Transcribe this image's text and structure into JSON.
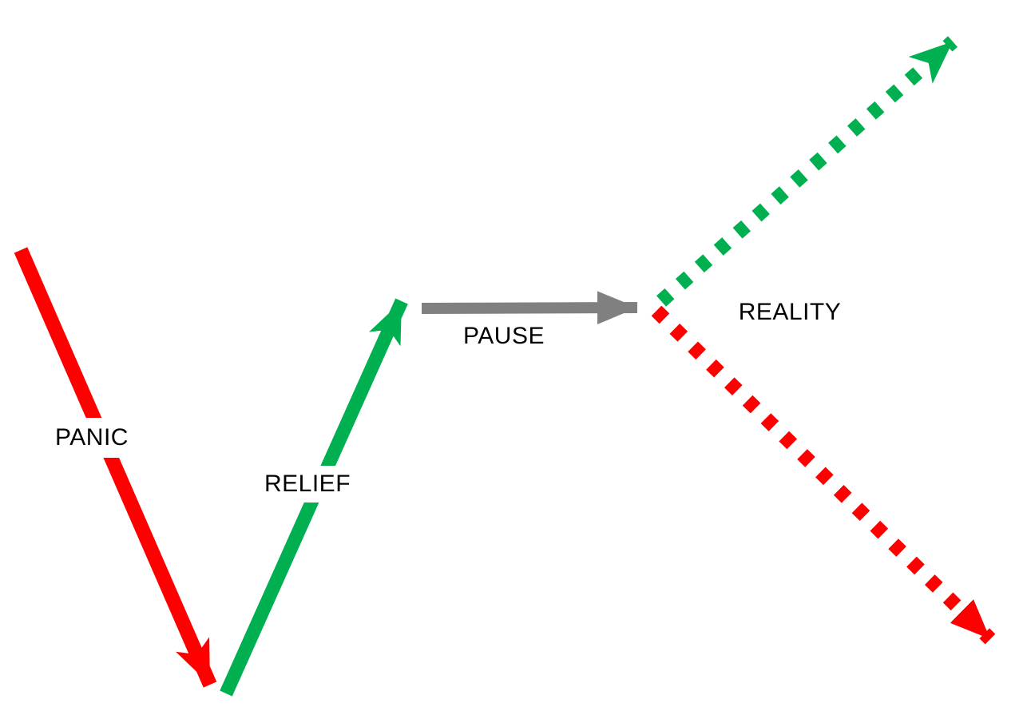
{
  "colors": {
    "red": "#FF0000",
    "green": "#00B050",
    "gray": "#808080",
    "label_text": "#000000",
    "background": "#FFFFFF"
  },
  "labels": {
    "panic": "PANIC",
    "relief": "RELIEF",
    "pause": "PAUSE",
    "reality": "REALITY"
  },
  "arrows": [
    {
      "name": "panic-drop",
      "label": "PANIC",
      "color": "#FF0000",
      "style": "solid",
      "direction": "down-right"
    },
    {
      "name": "relief-rally",
      "label": "RELIEF",
      "color": "#00B050",
      "style": "solid",
      "direction": "up-right"
    },
    {
      "name": "pause-drift",
      "label": "PAUSE",
      "color": "#808080",
      "style": "solid",
      "direction": "right"
    },
    {
      "name": "reality-up",
      "label": "REALITY",
      "color": "#00B050",
      "style": "dashed",
      "direction": "up-right"
    },
    {
      "name": "reality-down",
      "label": "REALITY",
      "color": "#FF0000",
      "style": "dashed",
      "direction": "down-right"
    }
  ]
}
